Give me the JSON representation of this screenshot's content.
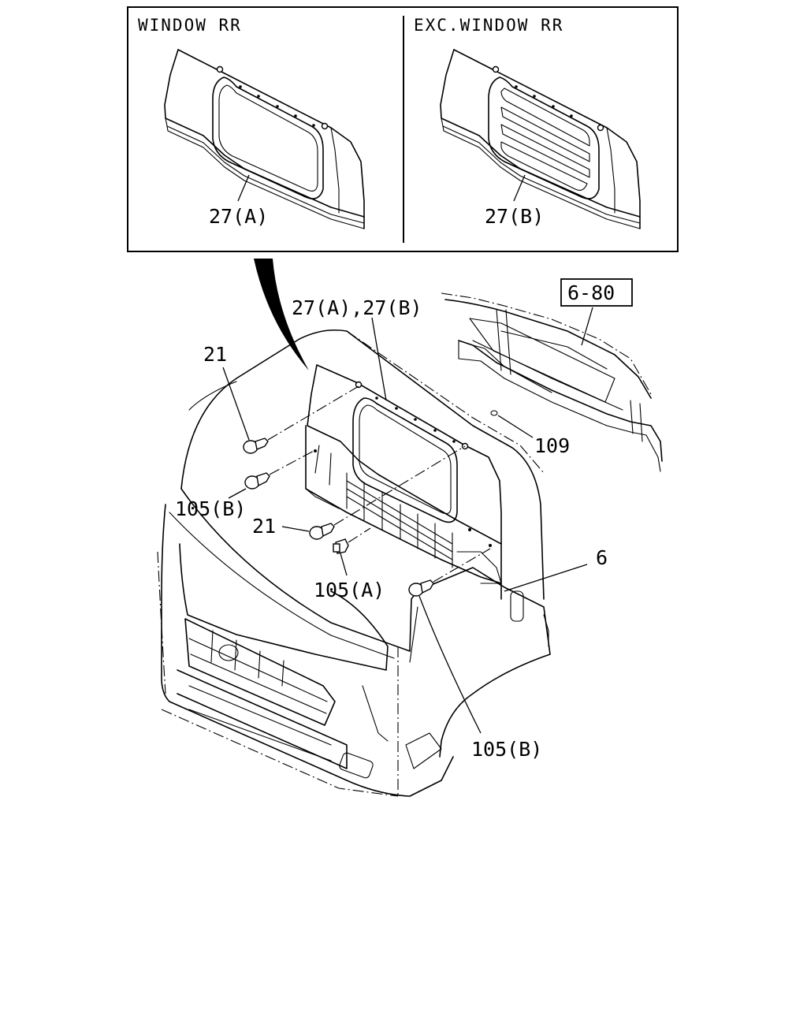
{
  "inset": {
    "left_header": "WINDOW RR",
    "right_header": "EXC.WINDOW RR"
  },
  "callouts": {
    "panel_a": "27(A)",
    "panel_b": "27(B)",
    "panel_ab": "27(A),27(B)",
    "ref_box": "6-80",
    "clip_21_top": "21",
    "clip_21_mid": "21",
    "clip_105b_left": "105(B)",
    "clip_105a": "105(A)",
    "clip_105b_right": "105(B)",
    "plug_109": "109",
    "cab_6": "6"
  }
}
